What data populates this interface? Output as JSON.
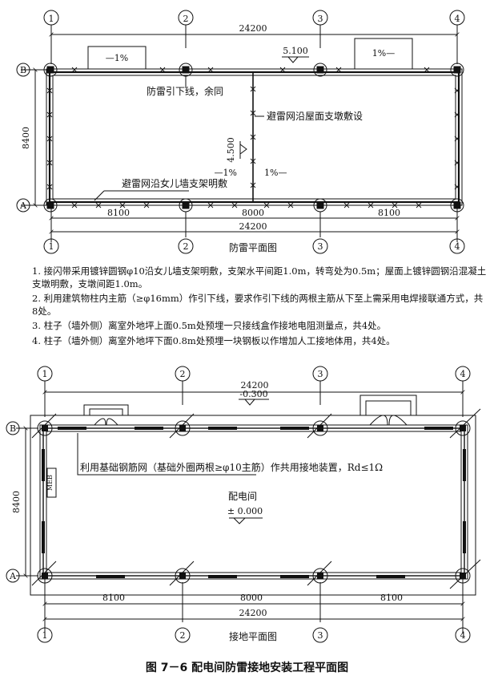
{
  "grid_labels": {
    "c1": "1",
    "c2": "2",
    "c3": "3",
    "c4": "4",
    "rA": "A",
    "rB": "B"
  },
  "plan1": {
    "dim_total": "24200",
    "dim_b1": "8100",
    "dim_b2": "8000",
    "dim_b3": "8100",
    "dim_height": "8400",
    "slope_left_top": "—1%",
    "slope_right_top": "1%—",
    "elev_top": "5.100",
    "elev_mid": "4.500",
    "label_downlead": "防雷引下线，余同",
    "label_roof_net": "避雷网沿屋面支墩敷设",
    "label_parapet_net": "避雷网沿女儿墙支架明敷",
    "slope_mid_left": "—1%",
    "slope_mid_right": "1%—",
    "title": "防雷平面图"
  },
  "notes": [
    "1. 接闪带采用镀锌圆钢φ10沿女儿墙支架明敷，支架水平间距1.0m，转弯处为0.5m；屋面上镀锌圆钢沿混凝土支墩明敷，支墩间距1.0m。",
    "2. 利用建筑物柱内主筋（≥φ16mm）作引下线，要求作引下线的两根主筋从下至上需采用电焊接联通方式，共8处。",
    "3. 柱子（墙外侧）离室外地坪上面0.5m处预埋一只接线盒作接地电阻测量点，共4处。",
    "4. 柱子（墙外侧）离室外地坪下面0.8m处预埋一块钢板以作增加人工接地体用，共4处。"
  ],
  "plan2": {
    "dim_total": "24200",
    "dim_b1": "8100",
    "dim_b2": "8000",
    "dim_b3": "8100",
    "dim_height": "8400",
    "elev_top": "-0.300",
    "label_foundation": "利用基础钢筋网（基础外圈两根≥φ10主筋）作共用接地装置，Rd≤1Ω",
    "meb": "MEB",
    "room_name": "配电间",
    "room_elev": "± 0.000",
    "title": "接地平面图"
  },
  "figure_caption": "图 7－6   配电间防雷接地安装工程平面图"
}
